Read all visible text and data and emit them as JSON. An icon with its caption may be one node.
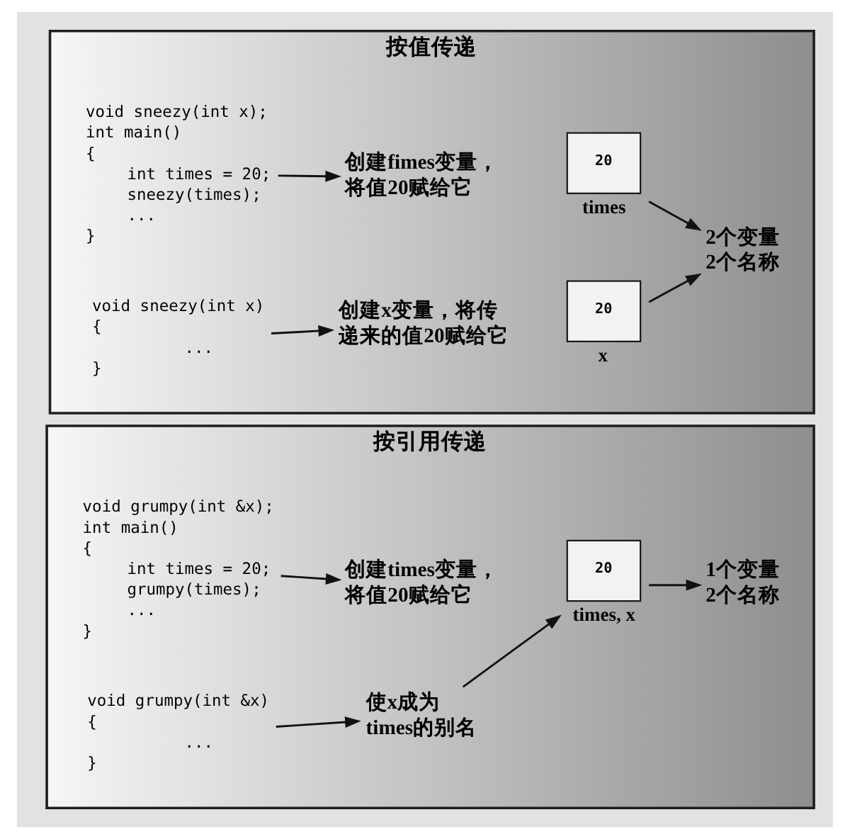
{
  "diagram": {
    "nodes": [
      {
        "text": [
          "按值传递"
        ]
      },
      {
        "text": [
          "void sneezy(int x);",
          "int main()",
          "{",
          "int times = 20;",
          "sneezy(times);",
          "...",
          "}"
        ],
        "in": 0
      },
      {
        "text": [
          "创建fimes变量，将值20赋给它"
        ],
        "in": 0
      },
      {
        "text": [
          "20"
        ],
        "beside": [
          "times"
        ],
        "in": 0
      },
      {
        "text": [
          "void sneezy(int x)",
          "{",
          "...",
          "}"
        ],
        "in": 0
      },
      {
        "text": [
          "创建x变量，将传递来的值20赋给它"
        ],
        "in": 0
      },
      {
        "text": [
          "20"
        ],
        "beside": [
          "x"
        ],
        "in": 0
      },
      {
        "text": [
          "2个变量",
          "2个名称"
        ],
        "in": 0
      },
      {
        "text": [
          "按引用传递"
        ]
      },
      {
        "text": [
          "void grumpy(int &x);",
          "int main()",
          "{",
          "int times = 20;",
          "grumpy(times);",
          "...",
          "}"
        ],
        "in": 8
      },
      {
        "text": [
          "创建times变量，将值20赋给它"
        ],
        "in": 8
      },
      {
        "text": [
          "20"
        ],
        "beside": [
          "times, x"
        ],
        "in": 8
      },
      {
        "text": [
          "void grumpy(int &x)",
          "{",
          "...",
          "}"
        ],
        "in": 8
      },
      {
        "text": [
          "使x成为times的别名"
        ],
        "in": 8
      },
      {
        "text": [
          "1个变量",
          "2个名称"
        ],
        "in": 8
      }
    ],
    "edges": [
      {
        "from": 1,
        "to": 2,
        "arrow": "to"
      },
      {
        "from": 4,
        "to": 5,
        "arrow": "to"
      },
      {
        "from": 3,
        "to": 7,
        "arrow": "to"
      },
      {
        "from": 6,
        "to": 7,
        "arrow": "to"
      },
      {
        "from": 9,
        "to": 10,
        "arrow": "to"
      },
      {
        "from": 12,
        "to": 13,
        "arrow": "to"
      },
      {
        "from": 11,
        "to": 14,
        "arrow": "to"
      },
      {
        "from": 13,
        "to": 11,
        "arrow": "to"
      }
    ]
  }
}
